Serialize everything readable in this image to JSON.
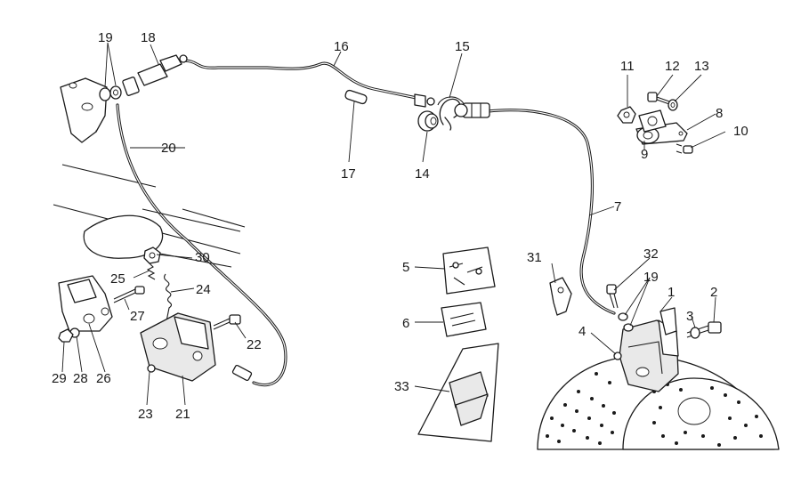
{
  "callouts": {
    "c1": "1",
    "c2": "2",
    "c3": "3",
    "c4": "4",
    "c5": "5",
    "c6": "6",
    "c7": "7",
    "c8": "8",
    "c9": "9",
    "c10": "10",
    "c11": "11",
    "c12": "12",
    "c13": "13",
    "c14": "14",
    "c15": "15",
    "c16": "16",
    "c17": "17",
    "c18": "18",
    "c19a": "19",
    "c19b": "19",
    "c20": "20",
    "c21": "21",
    "c22": "22",
    "c23": "23",
    "c24": "24",
    "c25": "25",
    "c26": "26",
    "c27": "27",
    "c28": "28",
    "c29": "29",
    "c30": "30",
    "c31": "31",
    "c32": "32",
    "c33": "33"
  }
}
